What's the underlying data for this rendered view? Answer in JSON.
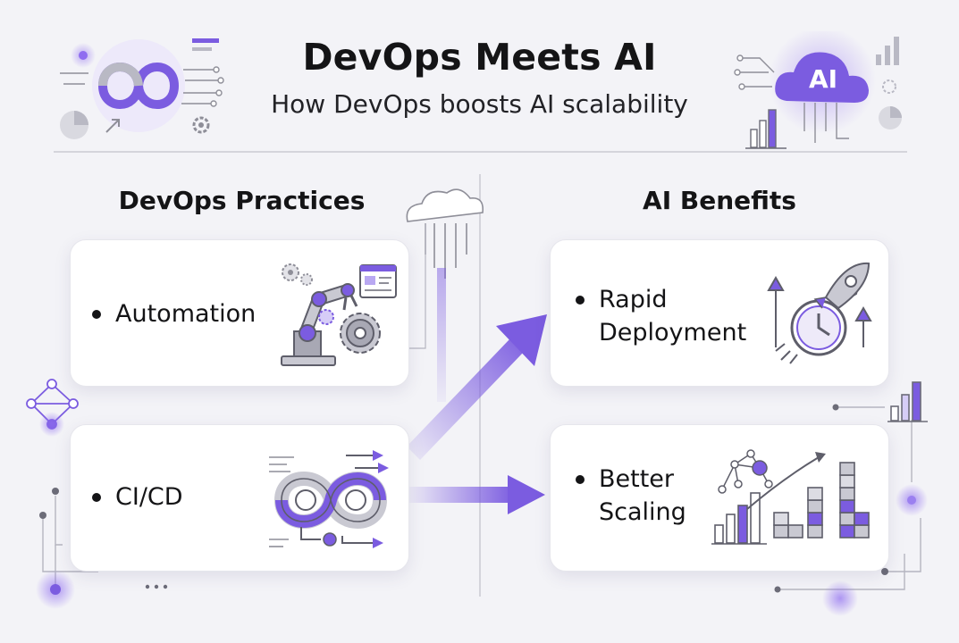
{
  "header": {
    "title": "DevOps Meets AI",
    "subtitle": "How DevOps boosts AI scalability",
    "ai_badge": "AI"
  },
  "left_column": {
    "heading": "DevOps Practices",
    "items": [
      {
        "label": "Automation",
        "icon": "robot-arm-gear-icon"
      },
      {
        "label": "CI/CD",
        "icon": "infinity-pipeline-icon"
      }
    ]
  },
  "right_column": {
    "heading": "AI Benefits",
    "items": [
      {
        "label_line1": "Rapid",
        "label_line2": "Deployment",
        "icon": "rocket-clock-icon"
      },
      {
        "label_line1": "Better",
        "label_line2": "Scaling",
        "icon": "growth-cubes-icon"
      }
    ]
  },
  "colors": {
    "accent": "#7b5ce0",
    "accent_light": "#b9a8f2",
    "gray": "#8e8e98",
    "text": "#141416",
    "background": "#f3f3f7"
  }
}
